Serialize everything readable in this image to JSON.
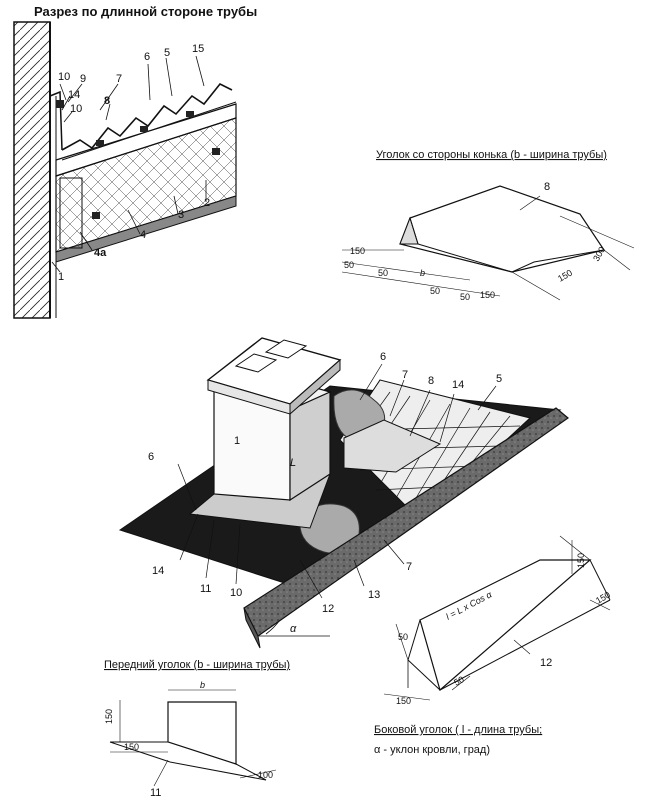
{
  "section_title": "Разрез по длинной стороне трубы",
  "ridge_corner": {
    "caption": "Уголок со стороны конька (b - ширина трубы)",
    "callouts": [
      "8"
    ],
    "dims": [
      "150",
      "50",
      "50",
      "b",
      "50",
      "150",
      "300",
      "150",
      "50"
    ]
  },
  "section_callouts": [
    "10",
    "9",
    "14",
    "10",
    "7",
    "8",
    "6",
    "5",
    "15",
    "4",
    "3",
    "2",
    "4а",
    "1"
  ],
  "main_callouts": [
    "6",
    "7",
    "8",
    "14",
    "5",
    "1",
    "L",
    "6",
    "7",
    "14",
    "11",
    "10",
    "12",
    "13",
    "α"
  ],
  "front_corner": {
    "caption": "Передний уголок (b - ширина трубы)",
    "callouts": [
      "11"
    ],
    "dims": [
      "150",
      "b",
      "150",
      "100"
    ]
  },
  "side_corner": {
    "caption_line1": "Боковой уголок ( l - длина трубы;",
    "caption_line2": "α - уклон кровли, град)",
    "formula": "l = L x Cos α",
    "callouts": [
      "12"
    ],
    "dims": [
      "150",
      "150",
      "50",
      "150",
      "50"
    ]
  }
}
